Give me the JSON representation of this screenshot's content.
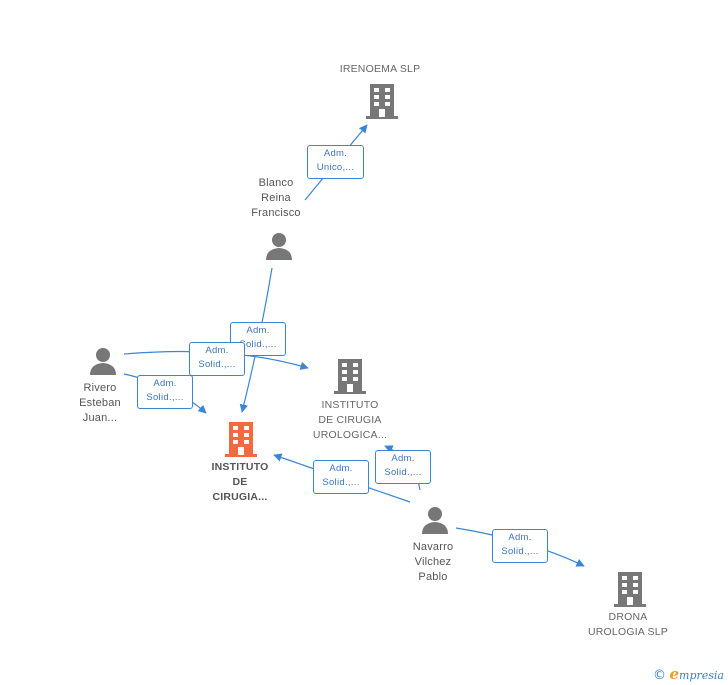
{
  "colors": {
    "edge": "#3a86d6",
    "company_icon": "#777777",
    "focus_company_icon": "#f26a3d",
    "person_icon": "#777777"
  },
  "nodes": {
    "irenoema": {
      "label": "IRENOEMA  SLP",
      "icon": "building-icon"
    },
    "blanco": {
      "label": "Blanco\nReina\nFrancisco",
      "icon": "person-icon"
    },
    "rivero": {
      "label": "Rivero\nEsteban\nJuan...",
      "icon": "person-icon"
    },
    "instituto_urologica": {
      "label": "INSTITUTO\nDE CIRUGIA\nUROLOGICA...",
      "icon": "building-icon"
    },
    "instituto_main": {
      "label": "INSTITUTO\nDE\nCIRUGIA...",
      "icon": "building-icon"
    },
    "navarro": {
      "label": "Navarro\nVilchez\nPablo",
      "icon": "person-icon"
    },
    "drona": {
      "label": "DRONA\nUROLOGIA  SLP",
      "icon": "building-icon"
    }
  },
  "edges": {
    "blanco_irenoema": "Adm.\nUnico,...",
    "blanco_instituto_uro": "Adm.\nSolid.,...",
    "rivero_instituto_uro": "Adm.\nSolid.,...",
    "rivero_instituto_main": "Adm.\nSolid.,...",
    "navarro_instituto_uro": "Adm.\nSolid.,...",
    "navarro_instituto_main": "Adm.\nSolid.,...",
    "navarro_drona": "Adm.\nSolid.,..."
  },
  "footer": {
    "copyright": "©",
    "brand_e": "e",
    "brand_rest": "mpresia"
  }
}
